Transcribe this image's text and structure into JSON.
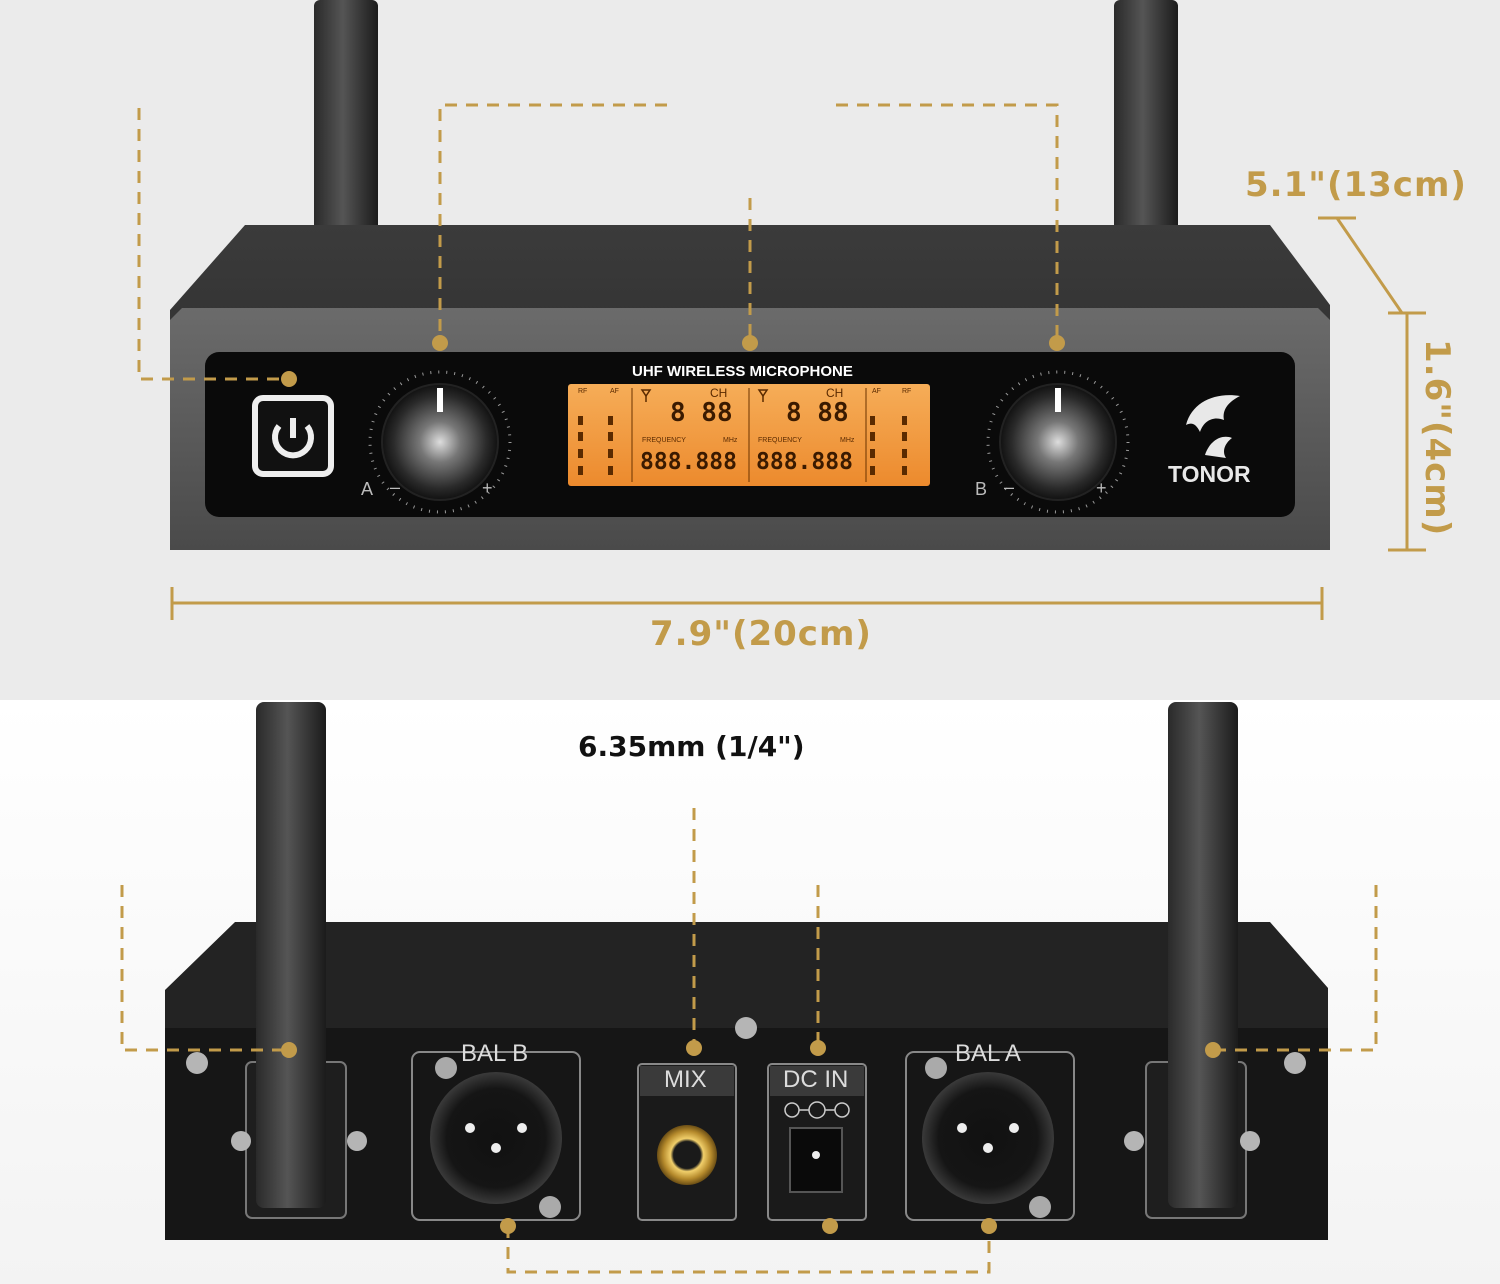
{
  "dimensions": {
    "depth": "5.1\"(13cm)",
    "height": "1.6\"(4cm)",
    "width": "7.9\"(20cm)"
  },
  "front_panel": {
    "lcd_title": "UHF WIRELESS MICROPHONE",
    "rf_label": "RF",
    "af_label": "AF",
    "ch_label": "CH",
    "frequency_label": "FREQUENCY",
    "mhz_label": "MHz",
    "channel_digits": "8 88",
    "frequency_digits": "888.888",
    "knob_a_label": "A",
    "knob_b_label": "B",
    "minus": "–",
    "plus": "+",
    "brand": "TONOR"
  },
  "rear_panel": {
    "jack_spec": "6.35mm (1/4\")",
    "bal_b": "BAL B",
    "mix": "MIX",
    "dc_in": "DC IN",
    "bal_a": "BAL A"
  },
  "colors": {
    "accent_gold": "#c29b4a",
    "lcd_orange": "#f09a3e",
    "body_dark": "#1f1f1f"
  }
}
